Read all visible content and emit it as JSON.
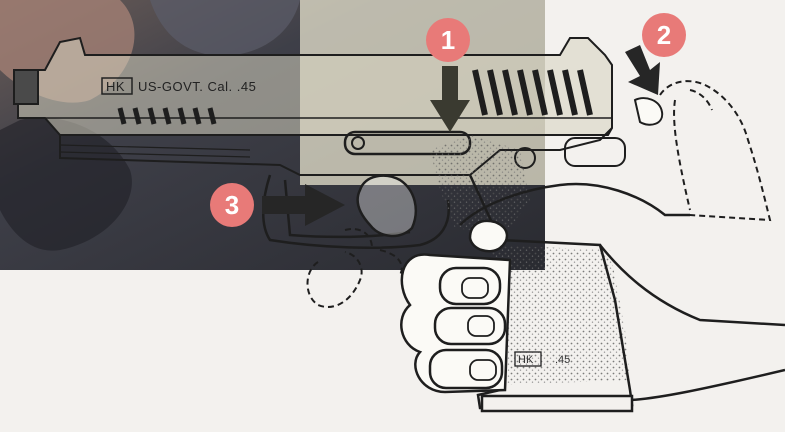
{
  "diagram": {
    "engraving": {
      "brand": "HK",
      "slide_marking": "US-GOVT. Cal. .45",
      "frame_marking": ".45"
    },
    "steps": [
      {
        "id": "step-1",
        "label": "1"
      },
      {
        "id": "step-2",
        "label": "2"
      },
      {
        "id": "step-3",
        "label": "3"
      }
    ],
    "colors": {
      "step_badge": "#e87a78",
      "arrow": "#3a3a30",
      "line": "#1e1e1e",
      "photo_overlay": "#2b2b30",
      "paper": "#f3f1ee"
    }
  }
}
